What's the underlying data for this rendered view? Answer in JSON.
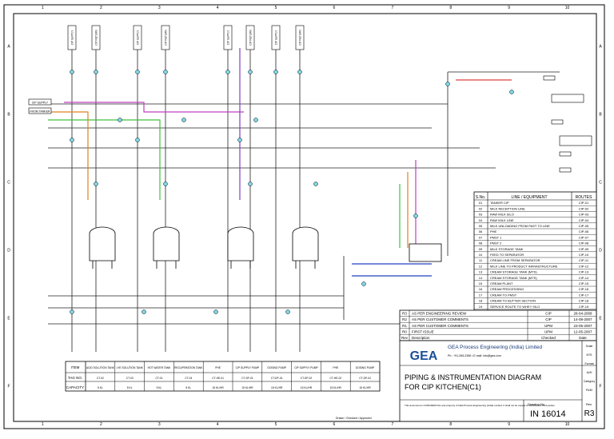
{
  "border": {
    "cols": [
      "1",
      "2",
      "3",
      "4",
      "5",
      "6",
      "7",
      "8",
      "9",
      "10"
    ],
    "rows": [
      "A",
      "B",
      "C",
      "D",
      "E",
      "F"
    ]
  },
  "tanks_top": [
    "CIP SUPPLY",
    "CIP RETURN",
    "CIP SUPPLY",
    "CIP RETURN",
    "CIP SUPPLY",
    "CIP RETURN",
    "CIP SUPPLY",
    "CIP RETURN"
  ],
  "left_tags": [
    "CIP SUPPLY",
    "FROM TANKER"
  ],
  "schedule": {
    "headers": [
      "S.No.",
      "LINE / EQUIPMENT",
      "ROUTES"
    ],
    "rows": [
      [
        "01",
        "TANKER CIP",
        "CIP-01"
      ],
      [
        "02",
        "MILK RECEPTION LINE",
        "CIP-02"
      ],
      [
        "03",
        "RAW MILK SILO",
        "CIP-03"
      ],
      [
        "04",
        "RAW MILK LINE",
        "CIP-04"
      ],
      [
        "05",
        "MILK UNLOADING FROM PAST TO LINE",
        "CIP-05"
      ],
      [
        "06",
        "PHE",
        "CIP-06"
      ],
      [
        "07",
        "PMST 1",
        "CIP-07"
      ],
      [
        "08",
        "PMST 2",
        "CIP-08"
      ],
      [
        "09",
        "MILK STORAGE TANK",
        "CIP-09"
      ],
      [
        "10",
        "FEED TO SEPARATOR",
        "CIP-10"
      ],
      [
        "11",
        "CREAM LINE FROM SEPARATOR",
        "CIP-11"
      ],
      [
        "12",
        "MILK LINE TO PRODUCT INFRASTRUCTURE",
        "CIP-12"
      ],
      [
        "13",
        "CREAM STORAGE TANK (MTS)",
        "CIP-13"
      ],
      [
        "14",
        "CREAM STORAGE TANK (MTS)",
        "CIP-14"
      ],
      [
        "15",
        "CREAM PLANT",
        "CIP-15"
      ],
      [
        "16",
        "CREAM PROCESSING",
        "CIP-16"
      ],
      [
        "17",
        "CREAM TO PMST",
        "CIP-17"
      ],
      [
        "18",
        "CREAM TO BUTTER SECTION",
        "CIP-18"
      ],
      [
        "19",
        "SERVICE ROUTE TO WHEY SILO",
        "CIP-19"
      ]
    ]
  },
  "revisions": [
    [
      "R3",
      "AS PER ENGINEERING REVIEW",
      "CIP",
      "28-04-2008"
    ],
    [
      "R2",
      "AS PER CUSTOMER COMMENTS",
      "CIP",
      "14-08-2007"
    ],
    [
      "R1",
      "AS PER CUSTOMER COMMENTS",
      "UPM",
      "23-05-2007"
    ],
    [
      "R0",
      "FIRST ISSUE",
      "UPM",
      "12-05-2007"
    ]
  ],
  "revision_header": [
    "Rev",
    "Description",
    "Checked",
    "Date"
  ],
  "company": {
    "logo": "GEA",
    "name": "GEA Process Engineering (India) Limited",
    "address": "Ph.: +91-265-2356 • E-mail: info@gea.com",
    "title_line1": "PIPING & INSTRUMENTATION DIAGRAM",
    "title_line2": "FOR CIP KITCHEN(C1)",
    "drawing_no_label": "Drawing No.",
    "drawing_no": "IN 16014",
    "rev_label": "Rev.",
    "rev": "R3",
    "side_labels": [
      "Scale",
      "NTS",
      "Format",
      "A2H",
      "Category",
      "P&ID"
    ]
  },
  "equipment_table": {
    "row_labels": [
      "ITEM",
      "TAG NO.",
      "CAPACITY"
    ],
    "columns": [
      [
        "ACID SOLUTION TANK",
        "CT-02",
        "5 KL"
      ],
      [
        "LYE SOLUTION TANK",
        "CT-03",
        "5 KL"
      ],
      [
        "HOT WATER TANK",
        "CT-01",
        "5 KL"
      ],
      [
        "RECUPERATION TANK",
        "CT-04",
        "5 KL"
      ],
      [
        "PHE",
        "CT-HE-01",
        "15 KL/HR"
      ],
      [
        "CIP SUPPLY PUMP",
        "CT-SP-01",
        "15 KL/HR"
      ],
      [
        "DOSING PUMP",
        "CT-DP-01",
        "15 KL/HR"
      ],
      [
        "CIP SUPPLY PUMP",
        "CT-SP-02",
        "15 KL/HR"
      ],
      [
        "PHE",
        "CT-HE-02",
        "15 KL/HR"
      ],
      [
        "DOSING PUMP",
        "CT-DP-02",
        "15 KL/HR"
      ]
    ]
  },
  "footnote": "This document is CONFIDENTIAL and property of GEA Process Engineering (India) Limited. It shall not be copied or disclosed to third parties.",
  "approval": "Drawn / Checked / Approved"
}
